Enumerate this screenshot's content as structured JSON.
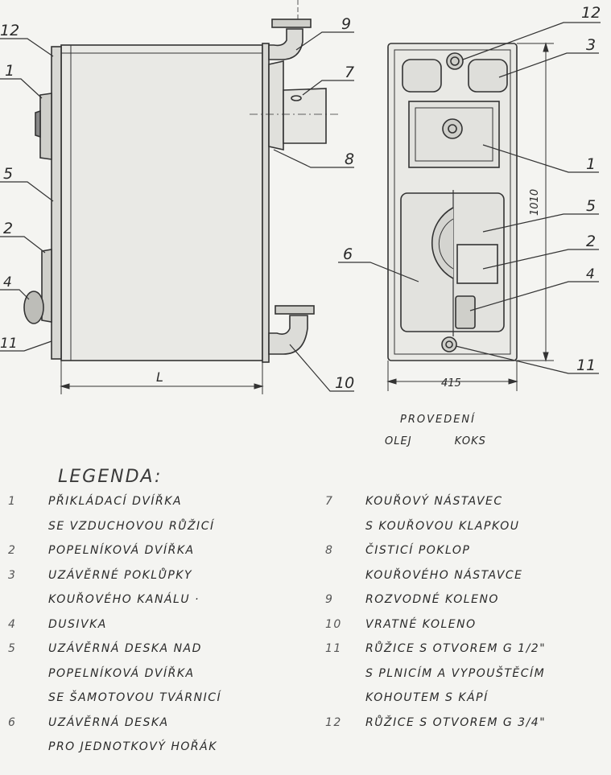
{
  "callouts": {
    "n12a": "12",
    "n1": "1",
    "n5": "5",
    "n2": "2",
    "n4": "4",
    "n11": "11",
    "n9": "9",
    "n7": "7",
    "n8": "8",
    "n10": "10",
    "r12": "12",
    "r3": "3",
    "r1": "1",
    "r5": "5",
    "r2": "2",
    "r6": "6",
    "r4": "4",
    "r11": "11"
  },
  "dimensions": {
    "length": "L",
    "width": "415",
    "height": "1010"
  },
  "variant": {
    "title": "PROVEDENÍ",
    "oil": "OLEJ",
    "coke": "KOKS"
  },
  "legend": {
    "title": "LEGENDA:",
    "left": [
      {
        "num": "1",
        "lines": [
          "PŘIKLÁDACÍ DVÍŘKA",
          "SE VZDUCHOVOU RŮŽICÍ"
        ]
      },
      {
        "num": "2",
        "lines": [
          "POPELNÍKOVÁ DVÍŘKA"
        ]
      },
      {
        "num": "3",
        "lines": [
          "UZÁVĚRNÉ POKLŮPKY",
          "KOUŘOVÉHO KANÁLU ·"
        ]
      },
      {
        "num": "4",
        "lines": [
          "DUSIVKA"
        ]
      },
      {
        "num": "5",
        "lines": [
          "UZÁVĚRNÁ DESKA NAD",
          "POPELNÍKOVÁ DVÍŘKA",
          "SE ŠAMOTOVOU TVÁRNICÍ"
        ]
      },
      {
        "num": "6",
        "lines": [
          "UZÁVĚRNÁ DESKA",
          "PRO JEDNOTKOVÝ HOŘÁK"
        ]
      }
    ],
    "right": [
      {
        "num": "7",
        "lines": [
          "KOUŘOVÝ NÁSTAVEC",
          "S KOUŘOVOU KLAPKOU"
        ]
      },
      {
        "num": "8",
        "lines": [
          "ČISTICÍ POKLOP",
          "KOUŘOVÉHO NÁSTAVCE"
        ]
      },
      {
        "num": "9",
        "lines": [
          "ROZVODNÉ KOLENO"
        ]
      },
      {
        "num": "10",
        "lines": [
          "VRATNÉ KOLENO"
        ]
      },
      {
        "num": "11",
        "lines": [
          "RŮŽICE S OTVOREM G 1/2\"",
          "S PLNICÍM A VYPOUŠTĚCÍM",
          "KOHOUTEM S KÁPÍ"
        ]
      },
      {
        "num": "12",
        "lines": [
          "RŮŽICE S OTVOREM G 3/4\""
        ]
      }
    ]
  }
}
